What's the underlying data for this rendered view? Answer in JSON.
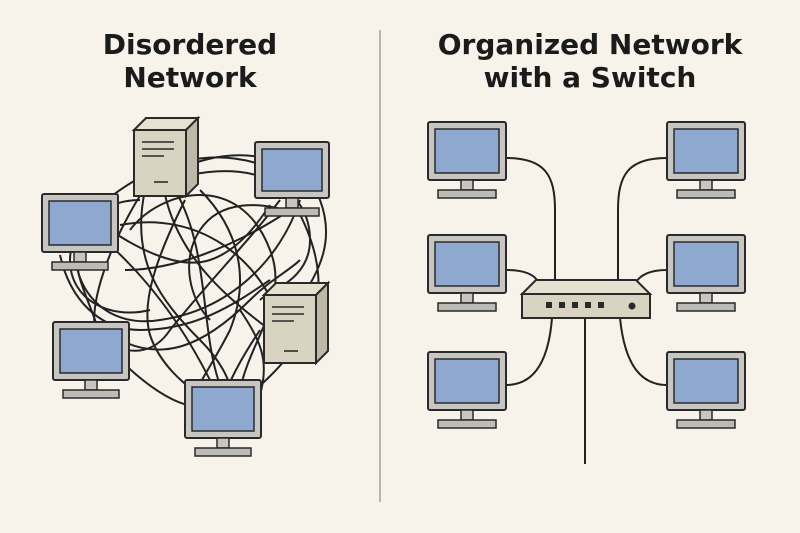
{
  "left_panel": {
    "title_line1": "Disordered",
    "title_line2": "Network"
  },
  "right_panel": {
    "title_line1": "Organized Network",
    "title_line2": "with a Switch"
  },
  "colors": {
    "background": "#f7f2ea",
    "screen": "#8fa8d0",
    "monitor_frame": "#c8c6c2",
    "device_beige": "#d9d3c2",
    "stroke": "#2a2a2a",
    "divider": "#b9b4ac"
  },
  "icons": {
    "computer": "monitor-icon",
    "server": "server-tower-icon",
    "switch": "network-switch-icon"
  }
}
